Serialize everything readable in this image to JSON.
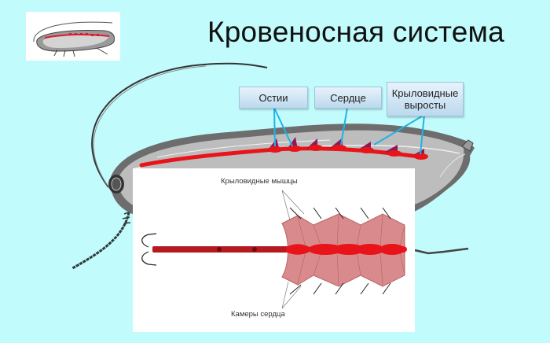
{
  "title": "Кровеносная система",
  "thumbnail": {
    "subject": "cockroach-with-dorsal-vessel"
  },
  "callouts": [
    {
      "id": "ostia",
      "label": "Остии"
    },
    {
      "id": "heart",
      "label": "Сердце"
    },
    {
      "id": "alary",
      "label": "Крыловидные выросты"
    }
  ],
  "inset": {
    "labels": {
      "alary_muscles": "Крыловидные мышцы",
      "heart_chambers": "Камеры сердца"
    },
    "chambers_count": 5
  },
  "colors": {
    "background": "#c2fbfc",
    "vessel_red": "#e8141a",
    "alary_purple": "#8e1a55",
    "pointer_blue": "#1fb4e6",
    "chamber_pink": "#d98a8c",
    "aorta_dark_red": "#b51a1e"
  }
}
